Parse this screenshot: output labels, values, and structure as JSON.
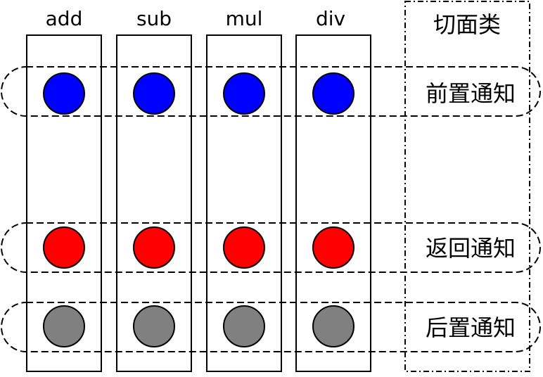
{
  "methods": [
    "add",
    "sub",
    "mul",
    "div"
  ],
  "aspect": {
    "title": "切面类"
  },
  "advices": [
    {
      "label": "前置通知",
      "color": "#0000ff"
    },
    {
      "label": "返回通知",
      "color": "#ff0000"
    },
    {
      "label": "后置通知",
      "color": "#808080"
    }
  ]
}
